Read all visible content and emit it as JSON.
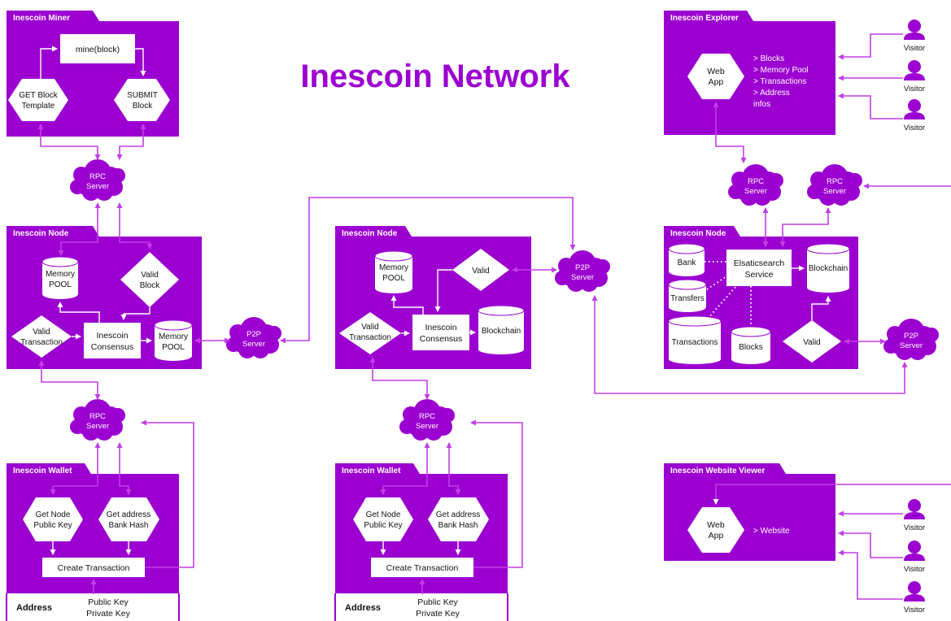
{
  "title": "Inescoin Network",
  "colors": {
    "purple": "#9b00d0",
    "arrow": "#c13fe6",
    "white": "#ffffff",
    "text_dark": "#111111"
  },
  "miner": {
    "tab": "Inescoin Miner",
    "mine": "mine(block)",
    "get_template": [
      "GET Block",
      "Template"
    ],
    "submit": [
      "SUBMIT",
      "Block"
    ]
  },
  "node_left": {
    "tab": "Inescoin Node",
    "memory_pool_a": [
      "Memory",
      "POOL"
    ],
    "valid_block": [
      "Valid",
      "Block"
    ],
    "valid_transaction": [
      "Valid",
      "Transaction"
    ],
    "consensus": [
      "Inescoin",
      "Consensus"
    ],
    "memory_pool_b": [
      "Memory",
      "POOL"
    ]
  },
  "node_mid": {
    "tab": "Inescoin Node",
    "memory_pool": [
      "Memory",
      "POOL"
    ],
    "valid": "Valid",
    "valid_transaction": [
      "Valid",
      "Transaction"
    ],
    "consensus": [
      "Inescoin",
      "Consensus"
    ],
    "blockchain": "Blockchain"
  },
  "node_right": {
    "tab": "Inescoin Node",
    "bank": "Bank",
    "elastic": [
      "Elsaticsearch",
      "Service"
    ],
    "blockchain": "Blockchain",
    "transfers": "Transfers",
    "transactions": "Transactions",
    "blocks": "Blocks",
    "valid": "Valid"
  },
  "explorer": {
    "tab": "Inescoin Explorer",
    "web_app": [
      "Web",
      "App"
    ],
    "items": [
      "> Blocks",
      "> Memory Pool",
      "> Transactions",
      "> Address",
      "infos"
    ]
  },
  "website": {
    "tab": "Inescoin Website Viewer",
    "web_app": [
      "Web",
      "App"
    ],
    "item": "> Website"
  },
  "wallet_left": {
    "tab": "Inescoin Wallet",
    "get_node": [
      "Get Node",
      "Public Key"
    ],
    "get_address": [
      "Get address",
      "Bank Hash"
    ],
    "create": "Create Transaction",
    "address_label": "Address",
    "keys": [
      "Public Key",
      "Private Key"
    ]
  },
  "wallet_mid": {
    "tab": "Inescoin Wallet",
    "get_node": [
      "Get Node",
      "Public Key"
    ],
    "get_address": [
      "Get address",
      "Bank Hash"
    ],
    "create": "Create Transaction",
    "address_label": "Address",
    "keys": [
      "Public Key",
      "Private Key"
    ]
  },
  "servers": {
    "rpc": [
      "RPC",
      "Server"
    ],
    "p2p": [
      "P2P",
      "Server"
    ]
  },
  "visitor": "Visitor"
}
